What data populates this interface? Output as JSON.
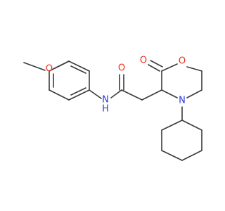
{
  "molecule": {
    "colors": {
      "bond": "#3a3a3a",
      "O": "#e8301c",
      "N": "#2a38e8"
    },
    "labels": {
      "methoxy_o": "O",
      "amide_o": "O",
      "amide_n": "N",
      "amide_h": "H",
      "lactone_carbonyl_o": "O",
      "ring_o": "O",
      "ring_n": "N"
    }
  }
}
